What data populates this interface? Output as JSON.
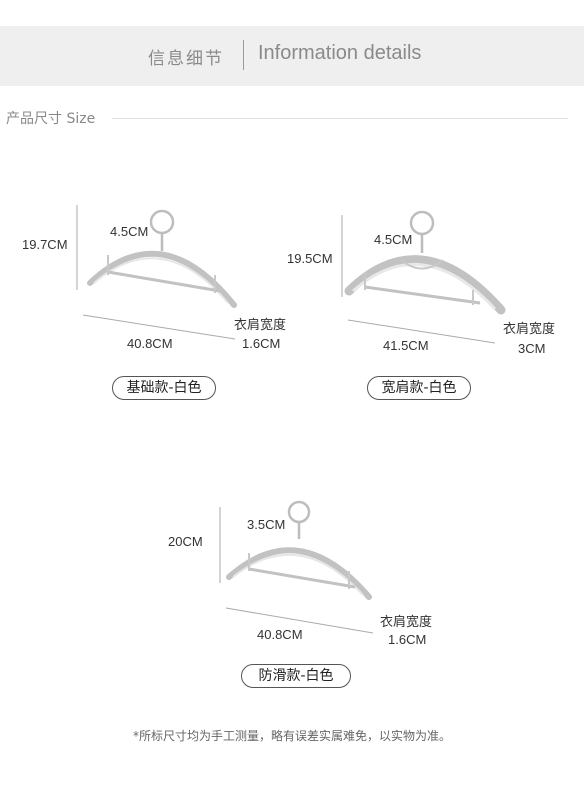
{
  "header": {
    "title_cn": "信息细节",
    "title_en": "Information details"
  },
  "section": {
    "title": "产品尺寸 Size"
  },
  "products": [
    {
      "height": "19.7CM",
      "hook": "4.5CM",
      "width": "40.8CM",
      "shoulder_label": "衣肩宽度",
      "shoulder_value": "1.6CM",
      "name": "基础款-白色"
    },
    {
      "height": "19.5CM",
      "hook": "4.5CM",
      "width": "41.5CM",
      "shoulder_label": "衣肩宽度",
      "shoulder_value": "3CM",
      "name": "宽肩款-白色"
    },
    {
      "height": "20CM",
      "hook": "3.5CM",
      "width": "40.8CM",
      "shoulder_label": "衣肩宽度",
      "shoulder_value": "1.6CM",
      "name": "防滑款-白色"
    }
  ],
  "footnote": "*所标尺寸均为手工测量，略有误差实属难免，以实物为准。"
}
